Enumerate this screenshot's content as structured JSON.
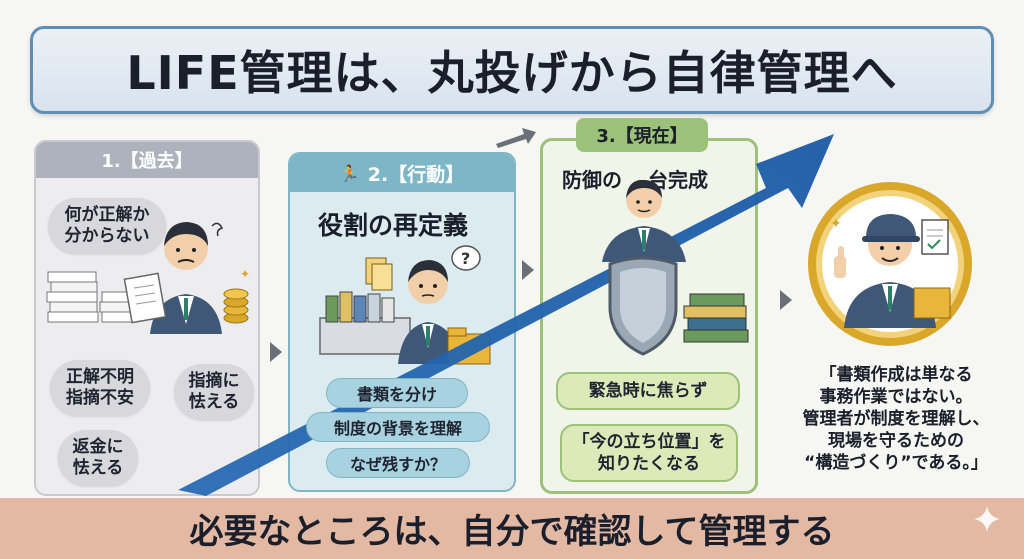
{
  "title": "LIFE管理は、丸投げから自律管理へ",
  "footer": "必要なところは、自分で確認して管理する",
  "past": {
    "header": "1.【過去】",
    "bubbles": [
      "何が正解か\n分からない",
      "正解不明\n指摘不安",
      "指摘に\n怯える",
      "返金に\n怯える"
    ]
  },
  "action": {
    "header": "2.【行動】",
    "heading": "役割の再定義",
    "items": [
      "書類を分け",
      "制度の背景を理解",
      "なぜ残すか？"
    ]
  },
  "now": {
    "header": "3.【現在】",
    "heading": "防御の",
    "heading_suffix": "台完成",
    "items": [
      "緊急時に焦らず",
      "「今の立ち位置」を\n知りたくなる"
    ]
  },
  "quote_lines": [
    "「書類作成は単なる",
    "事務作業ではない。",
    "管理者が制度を理解し、",
    "現場を守るための",
    "“構造づくり”である。」"
  ],
  "colors": {
    "arrow": "#1f5fa8",
    "title_border": "#5f8fb4",
    "past": "#aeb2bc",
    "action": "#7db6c6",
    "now": "#9cc27a",
    "footer": "#e4b9a3",
    "gold": "#d9a72a"
  }
}
